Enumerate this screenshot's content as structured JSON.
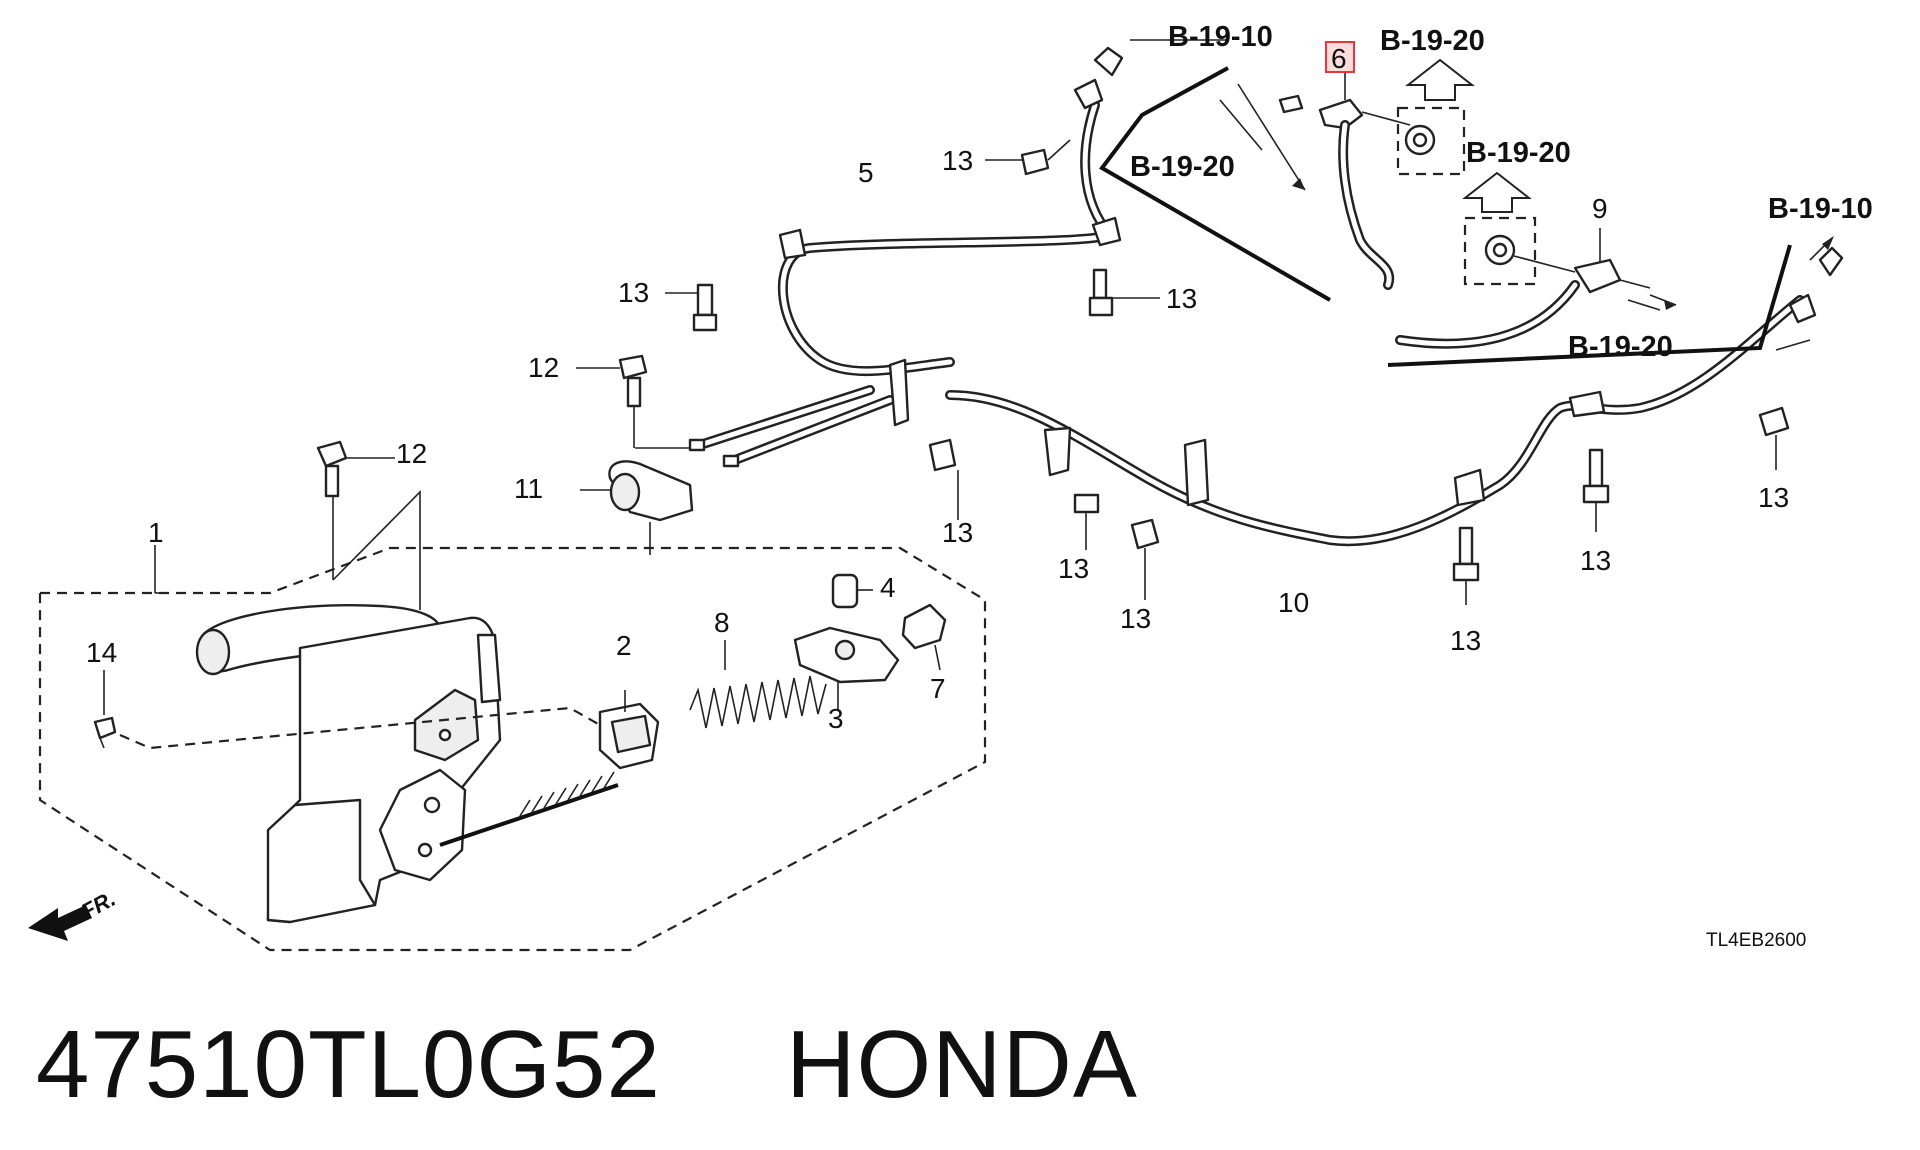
{
  "diagram": {
    "callouts": {
      "c1": "1",
      "c2": "2",
      "c3": "3",
      "c4": "4",
      "c5": "5",
      "c6": "6",
      "c7": "7",
      "c8": "8",
      "c9": "9",
      "c10": "10",
      "c11": "11",
      "c12a": "12",
      "c12b": "12",
      "c13": "13",
      "c14": "14"
    },
    "refs": {
      "b1910": "B-19-10",
      "b1920": "B-19-20"
    },
    "front_marker": "FR.",
    "drawing_code": "TL4EB2600"
  },
  "caption": {
    "part_number": "47510TL0G52",
    "brand": "HONDA"
  },
  "colors": {
    "line": "#222222",
    "highlight_box": "#e8343a",
    "background": "#ffffff"
  }
}
